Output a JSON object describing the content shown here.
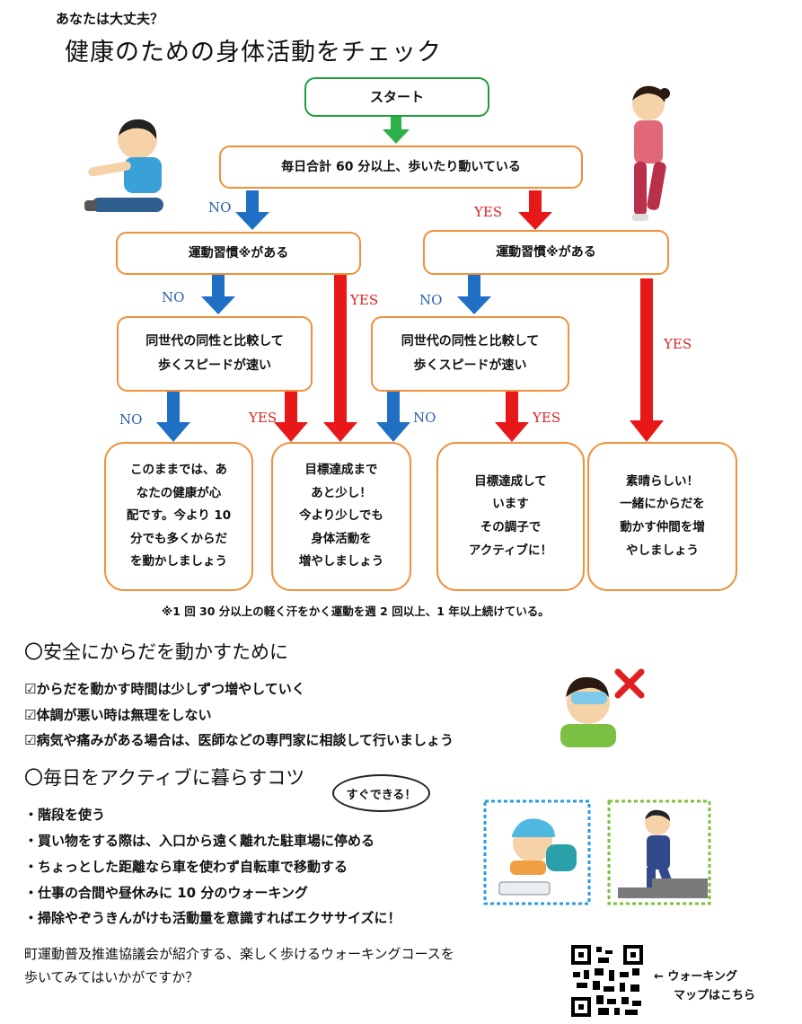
{
  "header": {
    "subtitle": "あなたは大丈夫？",
    "title": "健康のための身体活動をチェック"
  },
  "flow": {
    "start": "スタート",
    "q1": "毎日合計 60 分以上、歩いたり動いている",
    "q2_left": "運動習慣※がある",
    "q2_right": "運動習慣※がある",
    "q3_left": "同世代の同性と比較して\n歩くスピードが速い",
    "q3_right": "同世代の同性と比較して\n歩くスピードが速い",
    "r1": "このままでは、あ\nなたの健康が心\n配です。今より 10\n分でも多くからだ\nを動かしましょう",
    "r2": "目標達成まで\nあと少し！\n今より少しでも\n身体活動を\n増やしましょう",
    "r3": "目標達成して\nいます\nその調子で\nアクティブに！",
    "r4": "素晴らしい！\n一緒にからだを\n動かす仲間を増\nやしましょう",
    "no": "NO",
    "yes": "YES"
  },
  "note": "※1 回 30 分以上の軽く汗をかく運動を週 2 回以上、1 年以上続けている。",
  "safety": {
    "heading": "〇安全にからだを動かすために",
    "items": [
      "☑からだを動かす時間は少しずつ増やしていく",
      "☑体調が悪い時は無理をしない",
      "☑病気や痛みがある場合は、医師などの専門家に相談して行いましょう"
    ]
  },
  "tips": {
    "heading": "〇毎日をアクティブに暮らすコツ",
    "bubble": "すぐできる！",
    "items": [
      "・階段を使う",
      "・買い物をする際は、入口から遠く離れた駐車場に停める",
      "・ちょっとした距離なら車を使わず自転車で移動する",
      "・仕事の合間や昼休みに 10 分のウォーキング",
      "・掃除やぞうきんがけも活動量を意識すればエクササイズに！"
    ]
  },
  "footer": {
    "text": "町運動普及推進協議会が紹介する、楽しく歩けるウォーキングコースを\n歩いてみてはいかがですか？",
    "map_line1": "←  ウォーキング",
    "map_line2": "マップはこちら"
  },
  "colors": {
    "start_border": "#1e9e3a",
    "box_border": "#f0903a",
    "no_arrow": "#1f6fc5",
    "yes_arrow": "#e81818",
    "green_arrow": "#2db04a"
  },
  "icons": [
    "exercising-man-illustration",
    "jogging-woman-illustration",
    "sick-woman-illustration",
    "red-x-icon",
    "cleaning-girl-illustration",
    "stairs-businessman-illustration",
    "qr-code-icon"
  ]
}
